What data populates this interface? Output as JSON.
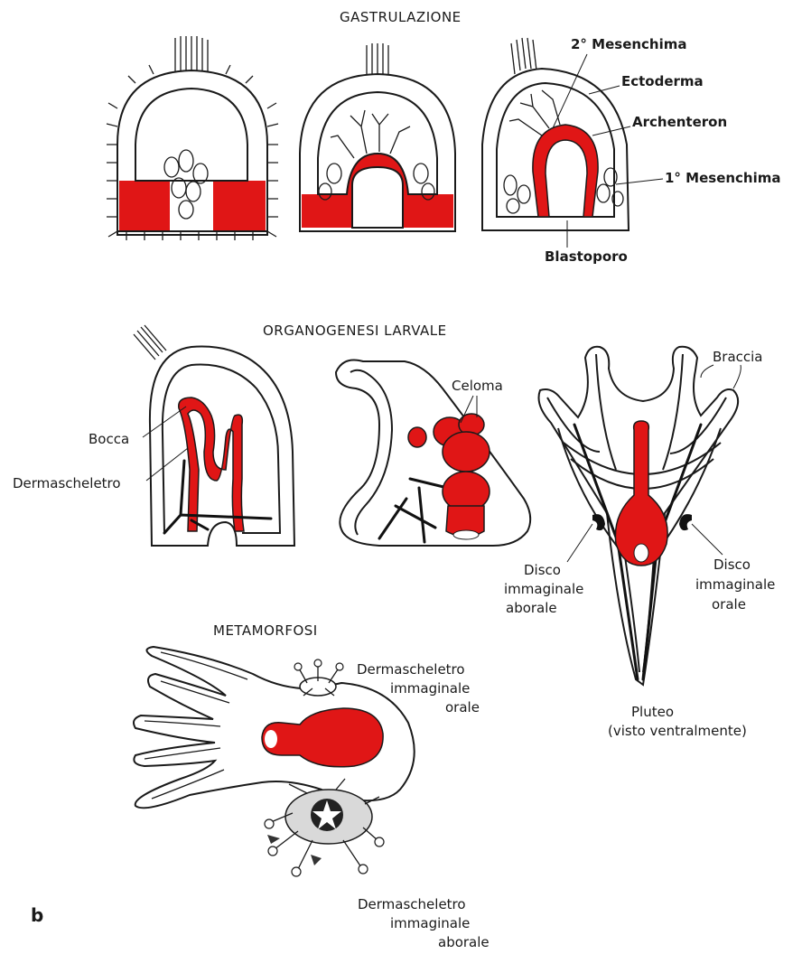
{
  "sections": {
    "gastrulation": "GASTRULAZIONE",
    "organogenesis": "ORGANOGENESI LARVALE",
    "metamorphosis": "METAMORFOSI"
  },
  "gastrulation_labels": {
    "mesenchyme2": "2° Mesenchima",
    "ectoderm": "Ectoderma",
    "archenteron": "Archenteron",
    "mesenchyme1": "1° Mesenchima",
    "blastopore": "Blastoporo"
  },
  "larval_labels": {
    "mouth": "Bocca",
    "skeleton": "Dermascheletro",
    "coelom": "Celoma",
    "arms": "Braccia",
    "aboral_disc": [
      "Disco",
      "immaginale",
      "aborale"
    ],
    "oral_disc": [
      "Disco",
      "immaginale",
      "orale"
    ],
    "pluteus": [
      "Pluteo",
      "(visto ventralmente)"
    ]
  },
  "metamorphosis_labels": {
    "oral_skeleton": [
      "Dermascheletro",
      "immaginale",
      "orale"
    ],
    "aboral_skeleton": [
      "Dermascheletro",
      "immaginale",
      "aborale"
    ]
  },
  "panel_letter": "b",
  "colors": {
    "tissue_red": "#e01616",
    "ink": "#1a1a1a",
    "background": "#ffffff"
  }
}
